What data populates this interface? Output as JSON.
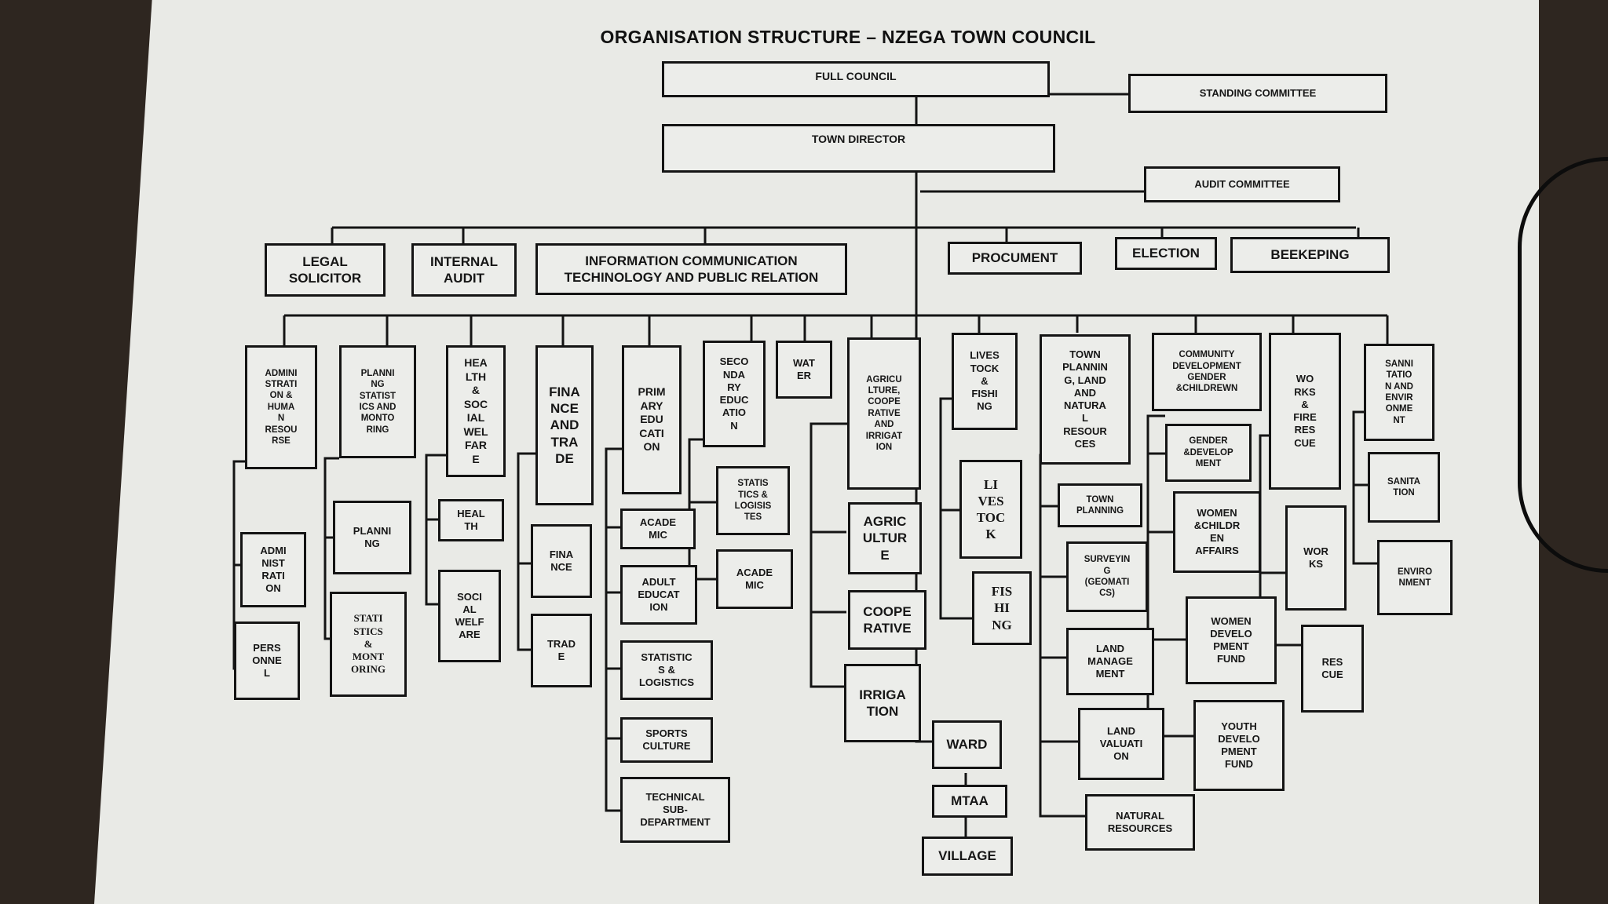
{
  "title": "ORGANISATION STRUCTURE – NZEGA TOWN COUNCIL",
  "nodes": {
    "full_council": "FULL COUNCIL",
    "standing_committee": "STANDING COMMITTEE",
    "town_director": "TOWN DIRECTOR",
    "audit_committee": "AUDIT COMMITTEE",
    "legal": "LEGAL\nSOLICITOR",
    "internal_audit": "INTERNAL\nAUDIT",
    "ict": "INFORMATION COMMUNICATION\nTECHINOLOGY AND PUBLIC RELATION",
    "procument": "PROCUMENT",
    "election": "ELECTION",
    "beekeping": "BEEKEPING",
    "admin_hr": "ADMINI\nSTRATI\nON &\nHUMA\nN\nRESOU\nRSE",
    "administration": "ADMI\nNIST\nRATI\nON",
    "personnel": "PERS\nONNE\nL",
    "planning_stats": "PLANNI\nNG\nSTATIST\nICS AND\nMONTO\nRING",
    "planning": "PLANNI\nNG",
    "stats_monitoring": "STATI\nSTICS\n&\nMONT\nORING",
    "health_sw": "HEA\nLTH\n&\nSOC\nIAL\nWEL\nFAR\nE",
    "health": "HEAL\nTH",
    "social_welfare": "SOCI\nAL\nWELF\nARE",
    "finance_trade": "FINA\nNCE\nAND\nTRA\nDE",
    "finance": "FINA\nNCE",
    "trade": "TRAD\nE",
    "primary_edu": "PRIM\nARY\nEDU\nCATI\nON",
    "academic_p": "ACADE\nMIC",
    "adult_edu": "ADULT\nEDUCAT\nION",
    "stats_logistics_p": "STATISTIC\nS &\nLOGISTICS",
    "sports_culture": "SPORTS\nCULTURE",
    "technical": "TECHNICAL\nSUB-\nDEPARTMENT",
    "secondary_edu": "SECO\nNDA\nRY\nEDUC\nATIO\nN",
    "stats_logistics_s": "STATIS\nTICS &\nLOGISIS\nTES",
    "academic_s": "ACADE\nMIC",
    "water": "WAT\nER",
    "agri": "AGRICU\nLTURE,\nCOOPE\nRATIVE\nAND\nIRRIGAT\nION",
    "agriculture": "AGRIC\nULTUR\nE",
    "cooperative": "COOPE\nRATIVE",
    "irrigation": "IRRIGA\nTION",
    "livestock_fishing": "LIVES\nTOCK\n&\nFISHI\nNG",
    "livestock": "LI\nVES\nTOC\nK",
    "fishing": "FIS\nHI\nNG",
    "ward": "WARD",
    "mtaa": "MTAA",
    "village": "VILLAGE",
    "town_planning_lnr": "TOWN\nPLANNIN\nG, LAND\nAND\nNATURA\nL\nRESOUR\nCES",
    "town_planning": "TOWN\nPLANNING",
    "surveying": "SURVEYIN\nG\n(GEOMATI\nCS)",
    "land_management": "LAND\nMANAGE\nMENT",
    "land_valuation": "LAND\nVALUATI\nON",
    "natural_resources": "NATURAL\nRESOURCES",
    "community_dev": "COMMUNITY\nDEVELOPMENT\nGENDER\n&CHILDREWN",
    "gender_dev": "GENDER\n&DEVELOP\nMENT",
    "women_children": "WOMEN\n&CHILDR\nEN\nAFFAIRS",
    "women_dev_fund": "WOMEN\nDEVELO\nPMENT\nFUND",
    "youth_dev_fund": "YOUTH\nDEVELO\nPMENT\nFUND",
    "works_fire": "WO\nRKS\n&\nFIRE\nRES\nCUE",
    "works": "WOR\nKS",
    "rescue": "RES\nCUE",
    "sanitation_env": "SANNI\nTATIO\nN AND\nENVIR\nONME\nNT",
    "sanitation": "SANITA\nTION",
    "environment": "ENVIRO\nNMENT"
  }
}
